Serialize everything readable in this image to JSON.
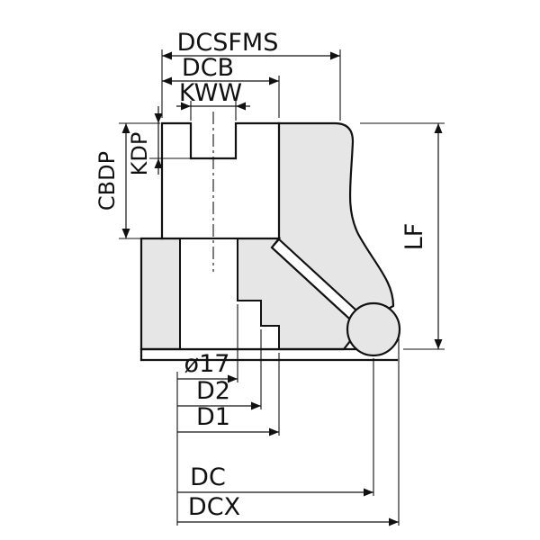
{
  "colors": {
    "outline": "#111111",
    "body-fill": "#e6e6e6",
    "bg": "#ffffff"
  },
  "drawing": {
    "type": "milling-cutter-cross-section-dimension-diagram",
    "dims": {
      "dcsfms": "DCSFMS",
      "dcb": "DCB",
      "kww": "KWW",
      "kdp": "KDP",
      "cbdp": "CBDP",
      "lf": "LF",
      "bore": "ø17",
      "d2": "D2",
      "d1": "D1",
      "dc": "DC",
      "dcx": "DCX"
    }
  }
}
